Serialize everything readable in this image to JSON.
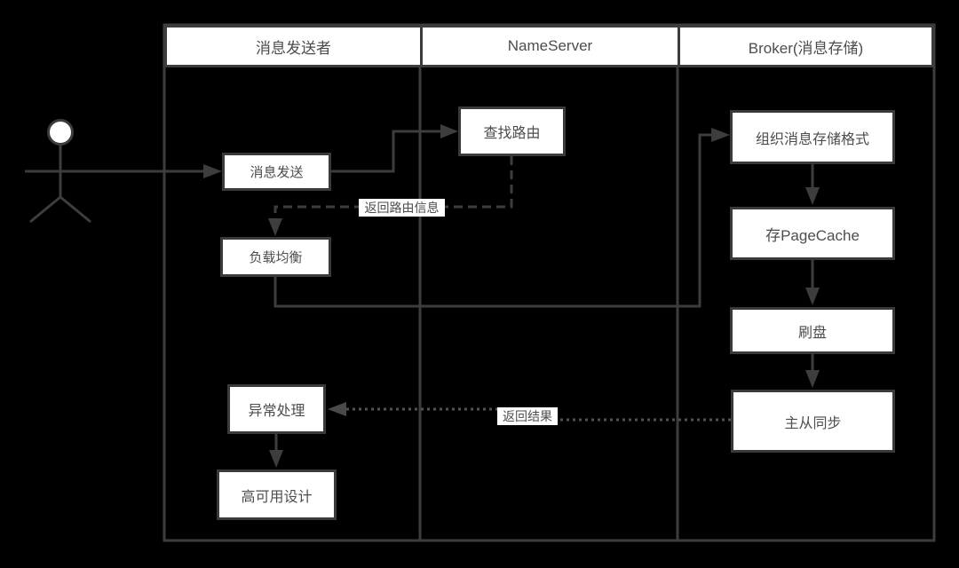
{
  "diagram": {
    "title_hint": "message-send-flow-swimlane",
    "lanes": [
      {
        "id": "sender",
        "label": "消息发送者"
      },
      {
        "id": "nameserver",
        "label": "NameServer"
      },
      {
        "id": "broker",
        "label": "Broker(消息存储)"
      }
    ],
    "nodes": {
      "send": "消息发送",
      "find_route": "查找路由",
      "load_balance": "负载均衡",
      "exception_handle": "异常处理",
      "ha_design": "高可用设计",
      "organize_format": "组织消息存储格式",
      "page_cache": "存PageCache",
      "flush_disk": "刷盘",
      "master_slave_sync": "主从同步"
    },
    "edge_labels": {
      "return_route_info": "返回路由信息",
      "return_result": "返回结果"
    },
    "colors": {
      "background": "#000000",
      "line": "#3d3d3d",
      "dotted_line": "#525252",
      "box_fill": "#ffffff",
      "box_border": "#3a3a3a",
      "text": "#4d4d4d"
    }
  }
}
